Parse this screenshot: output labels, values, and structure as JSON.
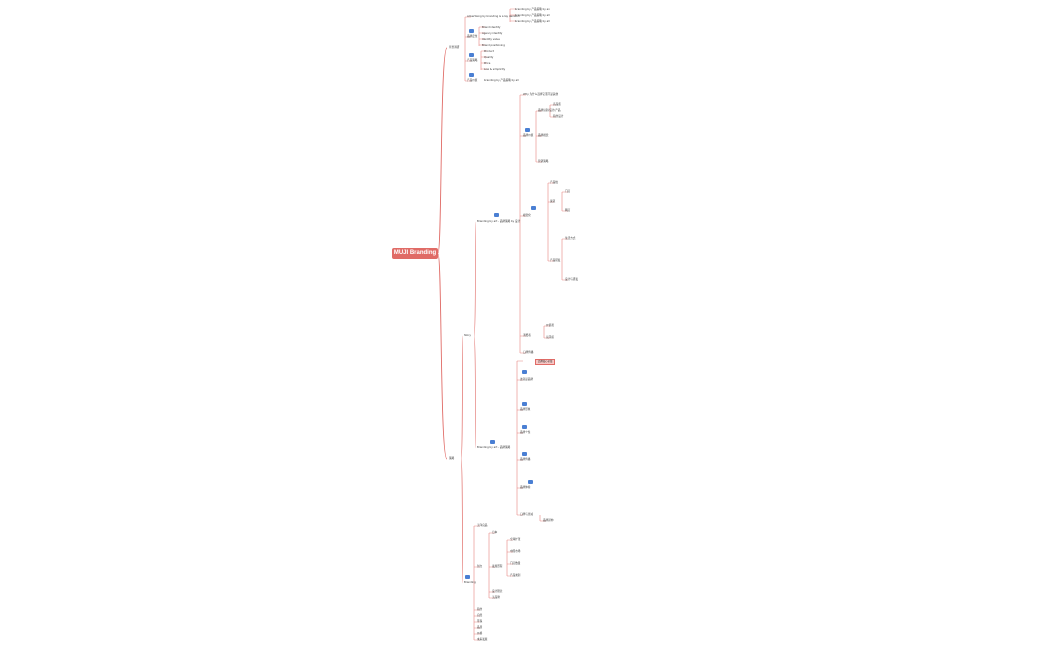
{
  "root": {
    "label": "MUJI Branding"
  },
  "branches": {
    "b1": "背景调研",
    "b2": "策略",
    "b3": "Story",
    "b4": "Branding"
  },
  "top": {
    "t1": "Advertising by branding is a lay decision",
    "t1a": "branding by 产品策略 by an",
    "t1b": "branding by 产品策略 by all",
    "t1c": "branding by 产品策略 by all",
    "t2": "品牌定位",
    "t2a": "Brand identity",
    "t2b": "Agency identity",
    "t2c": "Identity value",
    "t2d": "Brand positioning",
    "t3": "产品策略",
    "t3a": "Product",
    "t3b": "Quality",
    "t3c": "Price",
    "t3d": "Low & simplicity",
    "t4": "产品价值",
    "t4a": "branding by 产品策略 by all"
  },
  "mid": {
    "m1": "Branding by art - 品牌策略 by 设计",
    "m1a": "Why 为什么选择它而不是其他",
    "m1b": "品牌价值",
    "m1c": "品牌识别/设计/产品",
    "m1d": "高品质",
    "m1e": "简约设计",
    "m1f": "品牌视觉",
    "m1g": "营销策略",
    "m1h": "视觉化",
    "m1i": "产品线",
    "m1j": "渠道",
    "m1k": "门店",
    "m1l": "网店",
    "m1m": "产品研发",
    "m1n": "生活方式",
    "m1o": "设计与研发",
    "m1p": "消费者",
    "m1q": "价值观",
    "m1r": "认同感",
    "m1s": "口碑传播"
  },
  "lower": {
    "l0": "品牌核心价值",
    "l1": "Branding by art - 品牌策略",
    "l2": "这就是品牌",
    "l3": "品牌形象",
    "l4": "品牌个性",
    "l5": "品牌传播",
    "l6": "品牌体验",
    "l7": "口碑与忠诚",
    "l8": "品牌延伸"
  },
  "bottom": {
    "s0": "无印良品",
    "s1": "日本",
    "s2": "创立",
    "s3": "发展历程",
    "s4": "全球扩张",
    "s5": "中国市场",
    "s6": "门店数量",
    "s7": "产品类别",
    "s8": "设计理念",
    "s9": "无品牌",
    "s10": "简约",
    "s11": "自然",
    "s12": "环保",
    "s13": "品质",
    "s14": "价格",
    "s15": "未来发展"
  }
}
